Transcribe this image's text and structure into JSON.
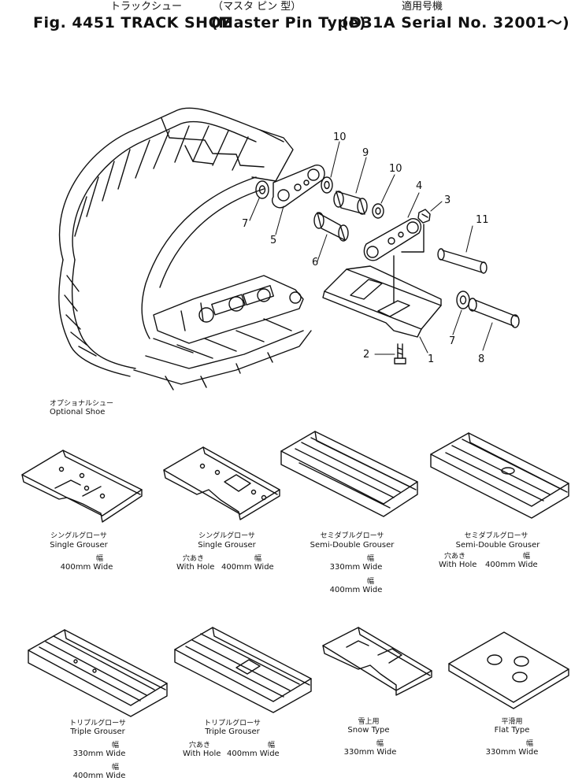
{
  "header": {
    "title_jp": "トラックシュー",
    "type_jp": "（マスタ ピン 型）",
    "serial_jp": "適用号機",
    "title": "Fig. 4451 TRACK SHOE",
    "type": "(Master Pin Type)",
    "serial": "(D31A Serial No. 32001～)"
  },
  "callouts": [
    "1",
    "2",
    "3",
    "4",
    "5",
    "6",
    "7",
    "7",
    "8",
    "9",
    "10",
    "10",
    "11"
  ],
  "optional": {
    "jp": "オプショナルシュー",
    "en": "Optional Shoe"
  },
  "shoes": [
    {
      "jp": "シングルグローサ",
      "name": "Single Grouser",
      "hole_jp": "",
      "hole": "",
      "w_jp": "幅",
      "w1": "400mm Wide",
      "w2_jp": "",
      "w2": ""
    },
    {
      "jp": "シングルグローサ",
      "name": "Single Grouser",
      "hole_jp": "穴あき",
      "hole": "With Hole",
      "w_jp": "幅",
      "w1": "400mm Wide",
      "w2_jp": "",
      "w2": ""
    },
    {
      "jp": "セミダブルグローサ",
      "name": "Semi-Double Grouser",
      "hole_jp": "",
      "hole": "",
      "w_jp": "幅",
      "w1": "330mm Wide",
      "w2_jp": "幅",
      "w2": "400mm Wide"
    },
    {
      "jp": "セミダブルグローサ",
      "name": "Semi-Double Grouser",
      "hole_jp": "穴あき",
      "hole": "With Hole",
      "w_jp": "幅",
      "w1": "400mm Wide",
      "w2_jp": "",
      "w2": ""
    },
    {
      "jp": "トリプルグローサ",
      "name": "Triple Grouser",
      "hole_jp": "",
      "hole": "",
      "w_jp": "幅",
      "w1": "330mm Wide",
      "w2_jp": "幅",
      "w2": "400mm Wide"
    },
    {
      "jp": "トリプルグローサ",
      "name": "Triple Grouser",
      "hole_jp": "穴あき",
      "hole": "With Hole",
      "w_jp": "幅",
      "w1": "400mm Wide",
      "w2_jp": "",
      "w2": ""
    },
    {
      "jp": "雪上用",
      "name": "Snow Type",
      "hole_jp": "",
      "hole": "",
      "w_jp": "幅",
      "w1": "330mm Wide",
      "w2_jp": "",
      "w2": ""
    },
    {
      "jp": "平滑用",
      "name": "Flat Type",
      "hole_jp": "",
      "hole": "",
      "w_jp": "幅",
      "w1": "330mm Wide",
      "w2_jp": "",
      "w2": ""
    }
  ]
}
